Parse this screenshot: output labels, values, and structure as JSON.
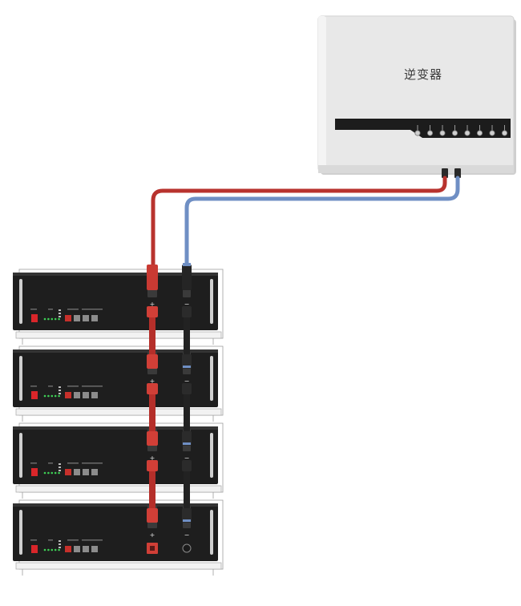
{
  "inverter": {
    "label": "逆变器",
    "port_count": 8
  },
  "battery_stack": {
    "module_count": 4,
    "positive_symbol": "+",
    "negative_symbol": "−"
  },
  "colors": {
    "positive_cable": "#b8332e",
    "negative_cable": "#6f8fc4",
    "battery_body": "#1e1e1e",
    "inverter_body": "#e6e6e6"
  }
}
